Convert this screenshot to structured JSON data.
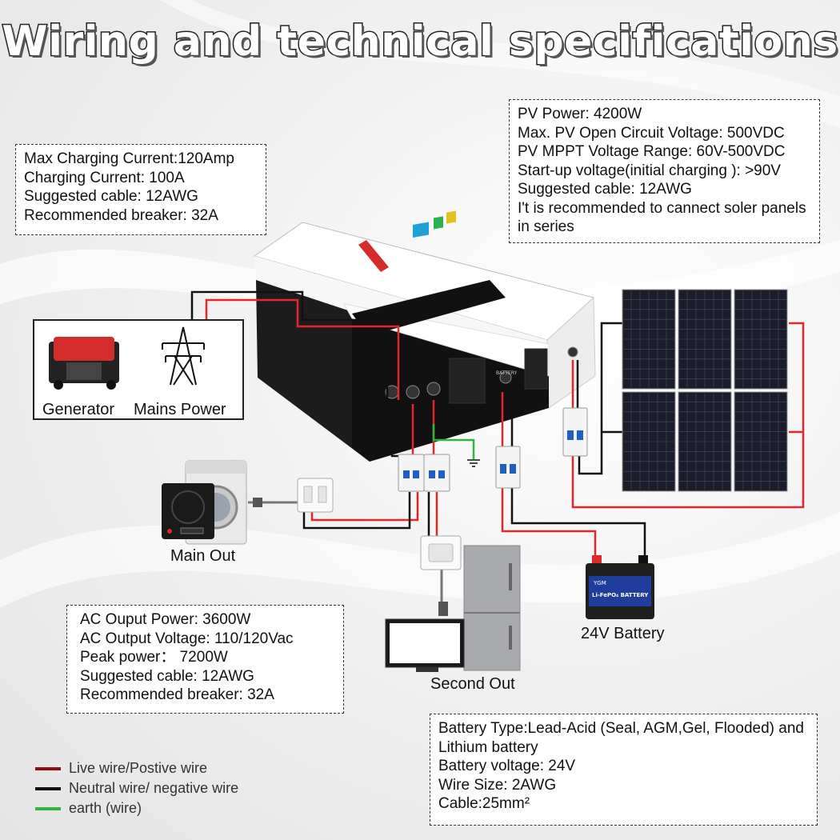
{
  "title": "Wiring and technical specifications",
  "charging_specs": {
    "lines": [
      "Max Charging Current:120Amp",
      "Charging Current: 100A",
      "Suggested cable: 12AWG",
      "Recommended breaker: 32A"
    ]
  },
  "pv_specs": {
    "lines": [
      "PV Power: 4200W",
      "Max. PV Open Circuit Voltage: 500VDC",
      "PV MPPT Voltage Range: 60V-500VDC",
      "Start-up voltage(initial charging ):  >90V",
      "Suggested cable: 12AWG",
      "I't is recommended to cannect soler panels in series"
    ]
  },
  "ac_specs": {
    "lines": [
      "AC Ouput Power: 3600W",
      "AC Output Voltage: 110/120Vac",
      "Peak power：  7200W",
      "Suggested cable: 12AWG",
      "Recommended breaker: 32A"
    ]
  },
  "battery_specs": {
    "lines": [
      "Battery Type:Lead-Acid (Seal, AGM,Gel, Flooded) and Lithium battery",
      "Battery voltage: 24V",
      "Wire Size: 2AWG",
      "Cable:25mm²"
    ]
  },
  "labels": {
    "generator": "Generator",
    "mains_power": "Mains Power",
    "main_out": "Main Out",
    "second_out": "Second Out",
    "battery": "24V Battery",
    "battery_brand": "YGM",
    "battery_product": "Li-FePO₄ BATTERY",
    "inverter_battery_port": "BATTERY"
  },
  "legend": [
    {
      "label": "Live wire/Postive wire",
      "color": "#8b0f14"
    },
    {
      "label": "Neutral wire/ negative wire",
      "color": "#111111"
    },
    {
      "label": "earth (wire)",
      "color": "#2db83d"
    }
  ],
  "colors": {
    "live": "#e0282a",
    "neutral": "#111111",
    "earth": "#2db83d",
    "inverter_accent": "#d42b2b",
    "battery_blue": "#1f3d9a"
  }
}
